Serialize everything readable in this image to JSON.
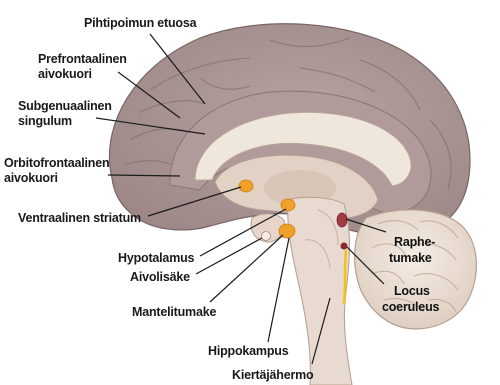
{
  "labels": {
    "pihtipoimun_etuosa": "Pihtipoimun etuosa",
    "prefrontaalinen_1": "Prefrontaalinen",
    "prefrontaalinen_2": "aivokuori",
    "subgenuaalinen_1": "Subgenuaalinen",
    "subgenuaalinen_2": "singulum",
    "orbitofrontaalinen_1": "Orbitofrontaalinen",
    "orbitofrontaalinen_2": "aivokuori",
    "ventraalinen_striatum": "Ventraalinen striatum",
    "hypotalamus": "Hypotalamus",
    "aivolisake": "Aivolisäke",
    "mantelitumake": "Mantelitumake",
    "hippokampus": "Hippokampus",
    "kiertajahermo": "Kiertäjähermo",
    "raphe_1": "Raphe-",
    "raphe_2": "tumake",
    "locus_1": "Locus",
    "locus_2": "coeruleus"
  },
  "colors": {
    "cortex": "#a99494",
    "cortex_dark": "#8c7676",
    "white_matter": "#e3d4ca",
    "corpus_callosum": "#eadfd6",
    "highlight_orange": "#f0a12a",
    "raphe_red": "#9a2b35",
    "locus_yellow": "#f2c21a"
  }
}
